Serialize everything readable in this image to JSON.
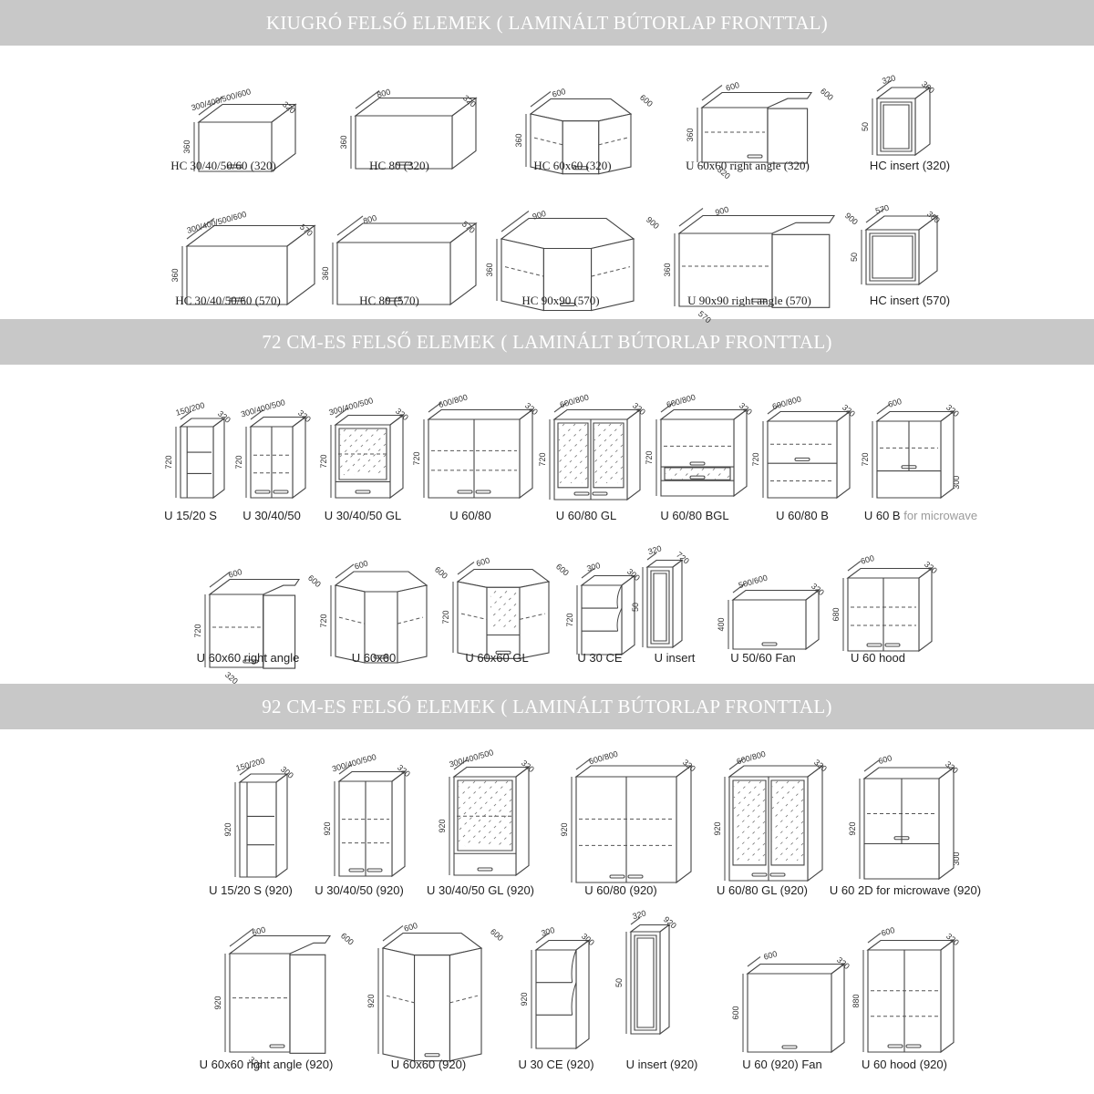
{
  "sections": [
    {
      "title": "KIUGRÓ  FELSŐ ELEMEK ( LAMINÁLT BÚTORLAP FRONTTAL)"
    },
    {
      "title": "72 CM-ES FELSŐ ELEMEK ( LAMINÁLT BÚTORLAP FRONTTAL)"
    },
    {
      "title": "92 CM-ES FELSŐ ELEMEK ( LAMINÁLT BÚTORLAP FRONTTAL)"
    }
  ],
  "items": [
    {
      "label": "HC 30/40/50/60 (320)",
      "dims": [
        "300/400/500/600",
        "320",
        "360"
      ]
    },
    {
      "label": "HC 80 (320)",
      "dims": [
        "800",
        "320",
        "360"
      ]
    },
    {
      "label": "HC 60x60 (320)",
      "dims": [
        "600",
        "600",
        "360"
      ]
    },
    {
      "label": "U 60x60 right angle (320)",
      "dims": [
        "600",
        "600",
        "360",
        "320"
      ]
    },
    {
      "label": "HC insert (320)",
      "dims": [
        "320",
        "360",
        "50"
      ]
    },
    {
      "label": "HC 30/40/50/60 (570)",
      "dims": [
        "300/400/500/600",
        "570",
        "360"
      ]
    },
    {
      "label": "HC 80 (570)",
      "dims": [
        "800",
        "570",
        "360"
      ]
    },
    {
      "label": "HC 90x90 (570)",
      "dims": [
        "900",
        "900",
        "360"
      ]
    },
    {
      "label": "U 90x90 right angle (570)",
      "dims": [
        "900",
        "900",
        "360",
        "570"
      ]
    },
    {
      "label": "HC insert (570)",
      "dims": [
        "570",
        "360",
        "50"
      ]
    },
    {
      "label": "U 15/20 S",
      "dims": [
        "150/200",
        "320",
        "720"
      ]
    },
    {
      "label": "U 30/40/50",
      "dims": [
        "300/400/500",
        "320",
        "720"
      ]
    },
    {
      "label": "U 30/40/50 GL",
      "dims": [
        "300/400/500",
        "320",
        "720"
      ]
    },
    {
      "label": "U 60/80",
      "dims": [
        "600/800",
        "320",
        "720"
      ]
    },
    {
      "label": "U 60/80 GL",
      "dims": [
        "600/800",
        "320",
        "720"
      ]
    },
    {
      "label": "U 60/80 BGL",
      "dims": [
        "600/800",
        "320",
        "720"
      ]
    },
    {
      "label": "U 60/80 B",
      "dims": [
        "600/800",
        "320",
        "720"
      ]
    },
    {
      "label": "U 60 B",
      "note": "for microwave",
      "dims": [
        "600",
        "320",
        "720",
        "300"
      ]
    },
    {
      "label": "U 60x60 right angle",
      "dims": [
        "600",
        "600",
        "720",
        "320"
      ]
    },
    {
      "label": "U 60x60",
      "dims": [
        "600",
        "600",
        "720"
      ]
    },
    {
      "label": "U 60x60 GL",
      "dims": [
        "600",
        "600",
        "720"
      ]
    },
    {
      "label": "U 30 CE",
      "dims": [
        "300",
        "300",
        "720"
      ]
    },
    {
      "label": "U insert",
      "dims": [
        "320",
        "720",
        "50"
      ]
    },
    {
      "label": "U 50/60 Fan",
      "dims": [
        "500/600",
        "320",
        "400"
      ]
    },
    {
      "label": "U 60 hood",
      "dims": [
        "600",
        "320",
        "680"
      ]
    },
    {
      "label": "U 15/20 S (920)",
      "dims": [
        "150/200",
        "300",
        "920"
      ]
    },
    {
      "label": "U 30/40/50 (920)",
      "dims": [
        "300/400/500",
        "320",
        "920"
      ]
    },
    {
      "label": "U 30/40/50 GL (920)",
      "dims": [
        "300/400/500",
        "320",
        "920"
      ]
    },
    {
      "label": "U 60/80 (920)",
      "dims": [
        "600/800",
        "320",
        "920"
      ]
    },
    {
      "label": "U 60/80 GL (920)",
      "dims": [
        "600/800",
        "320",
        "920"
      ]
    },
    {
      "label": "U 60 2D for microwave (920)",
      "dims": [
        "600",
        "320",
        "920",
        "300"
      ]
    },
    {
      "label": "U  60x60 right angle (920)",
      "dims": [
        "600",
        "600",
        "920",
        "320"
      ]
    },
    {
      "label": "U 60x60 (920)",
      "dims": [
        "600",
        "600",
        "920"
      ]
    },
    {
      "label": "U 30 CE (920)",
      "dims": [
        "300",
        "300",
        "920"
      ]
    },
    {
      "label": "U insert (920)",
      "dims": [
        "320",
        "920",
        "50"
      ]
    },
    {
      "label": "U 60 (920) Fan",
      "dims": [
        "600",
        "320",
        "600"
      ]
    },
    {
      "label": "U 60 hood (920)",
      "dims": [
        "600",
        "320",
        "880"
      ]
    }
  ],
  "colors": {
    "banner": "#c8c8c8",
    "banner_text": "#ffffff",
    "line": "#444444",
    "dashed": "#555555",
    "glass": "#777777"
  }
}
